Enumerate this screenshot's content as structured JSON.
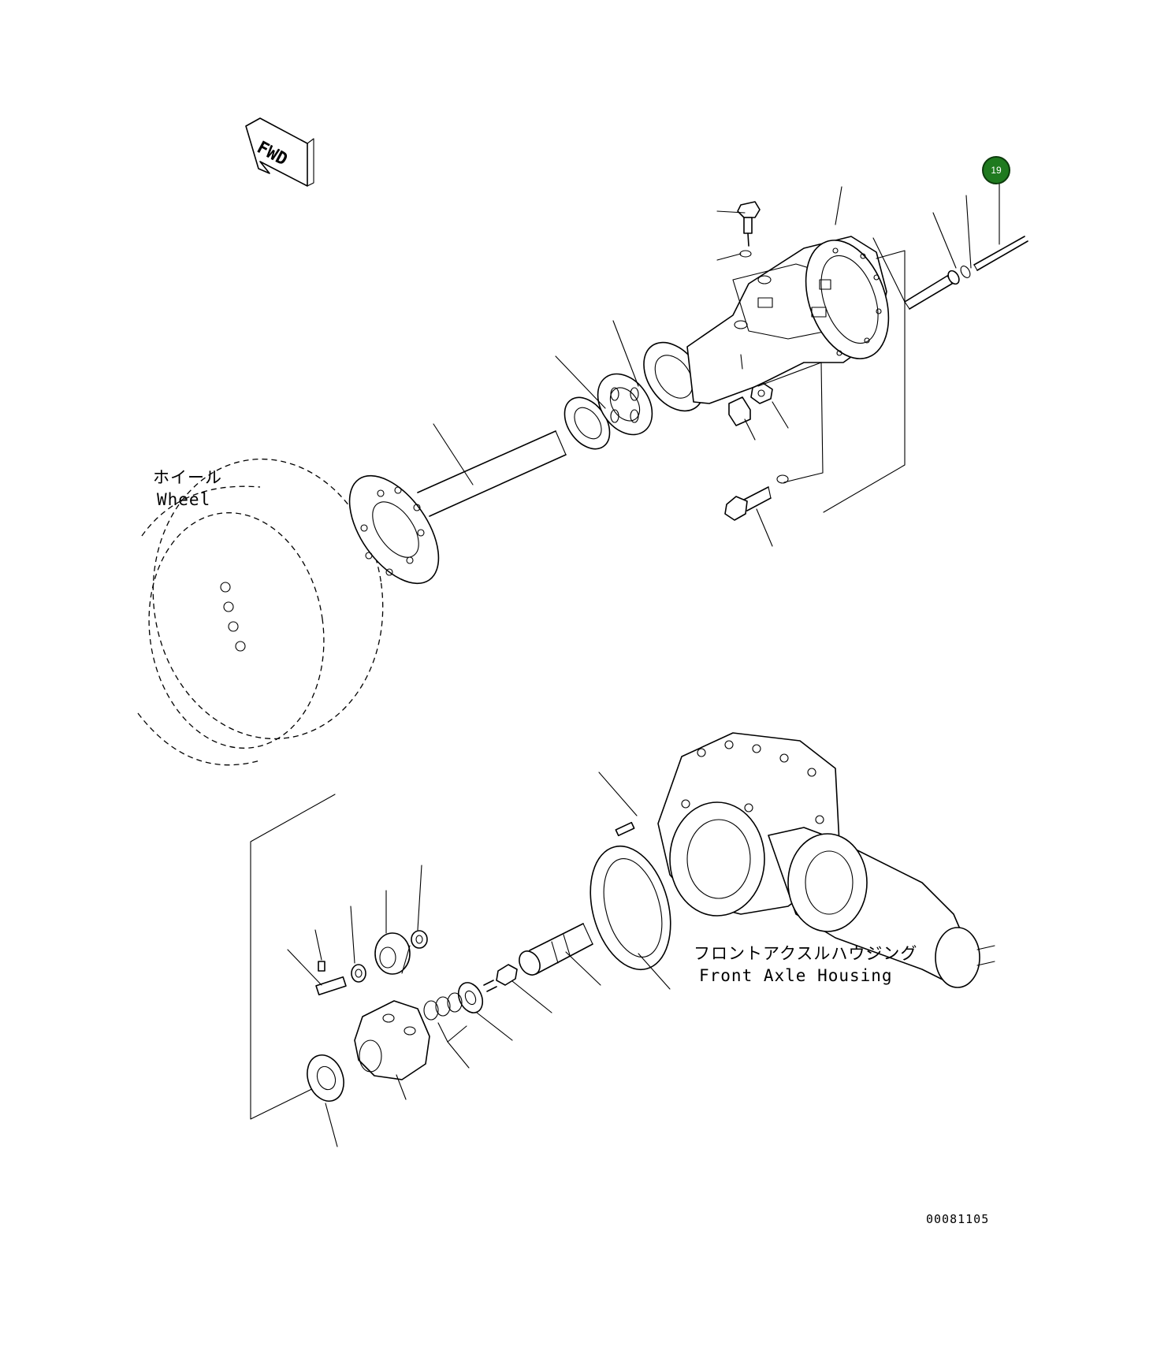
{
  "direction_marker": {
    "text": "FWD",
    "icon": "fwd-arrow-icon"
  },
  "wheel_label": {
    "jp": "ホイール",
    "en": "Wheel"
  },
  "housing_label": {
    "jp": "フロントアクスルハウジング",
    "en": "Front Axle Housing"
  },
  "callout": {
    "number": "19",
    "color": "#1f7a1f"
  },
  "drawing_code": "00081105"
}
